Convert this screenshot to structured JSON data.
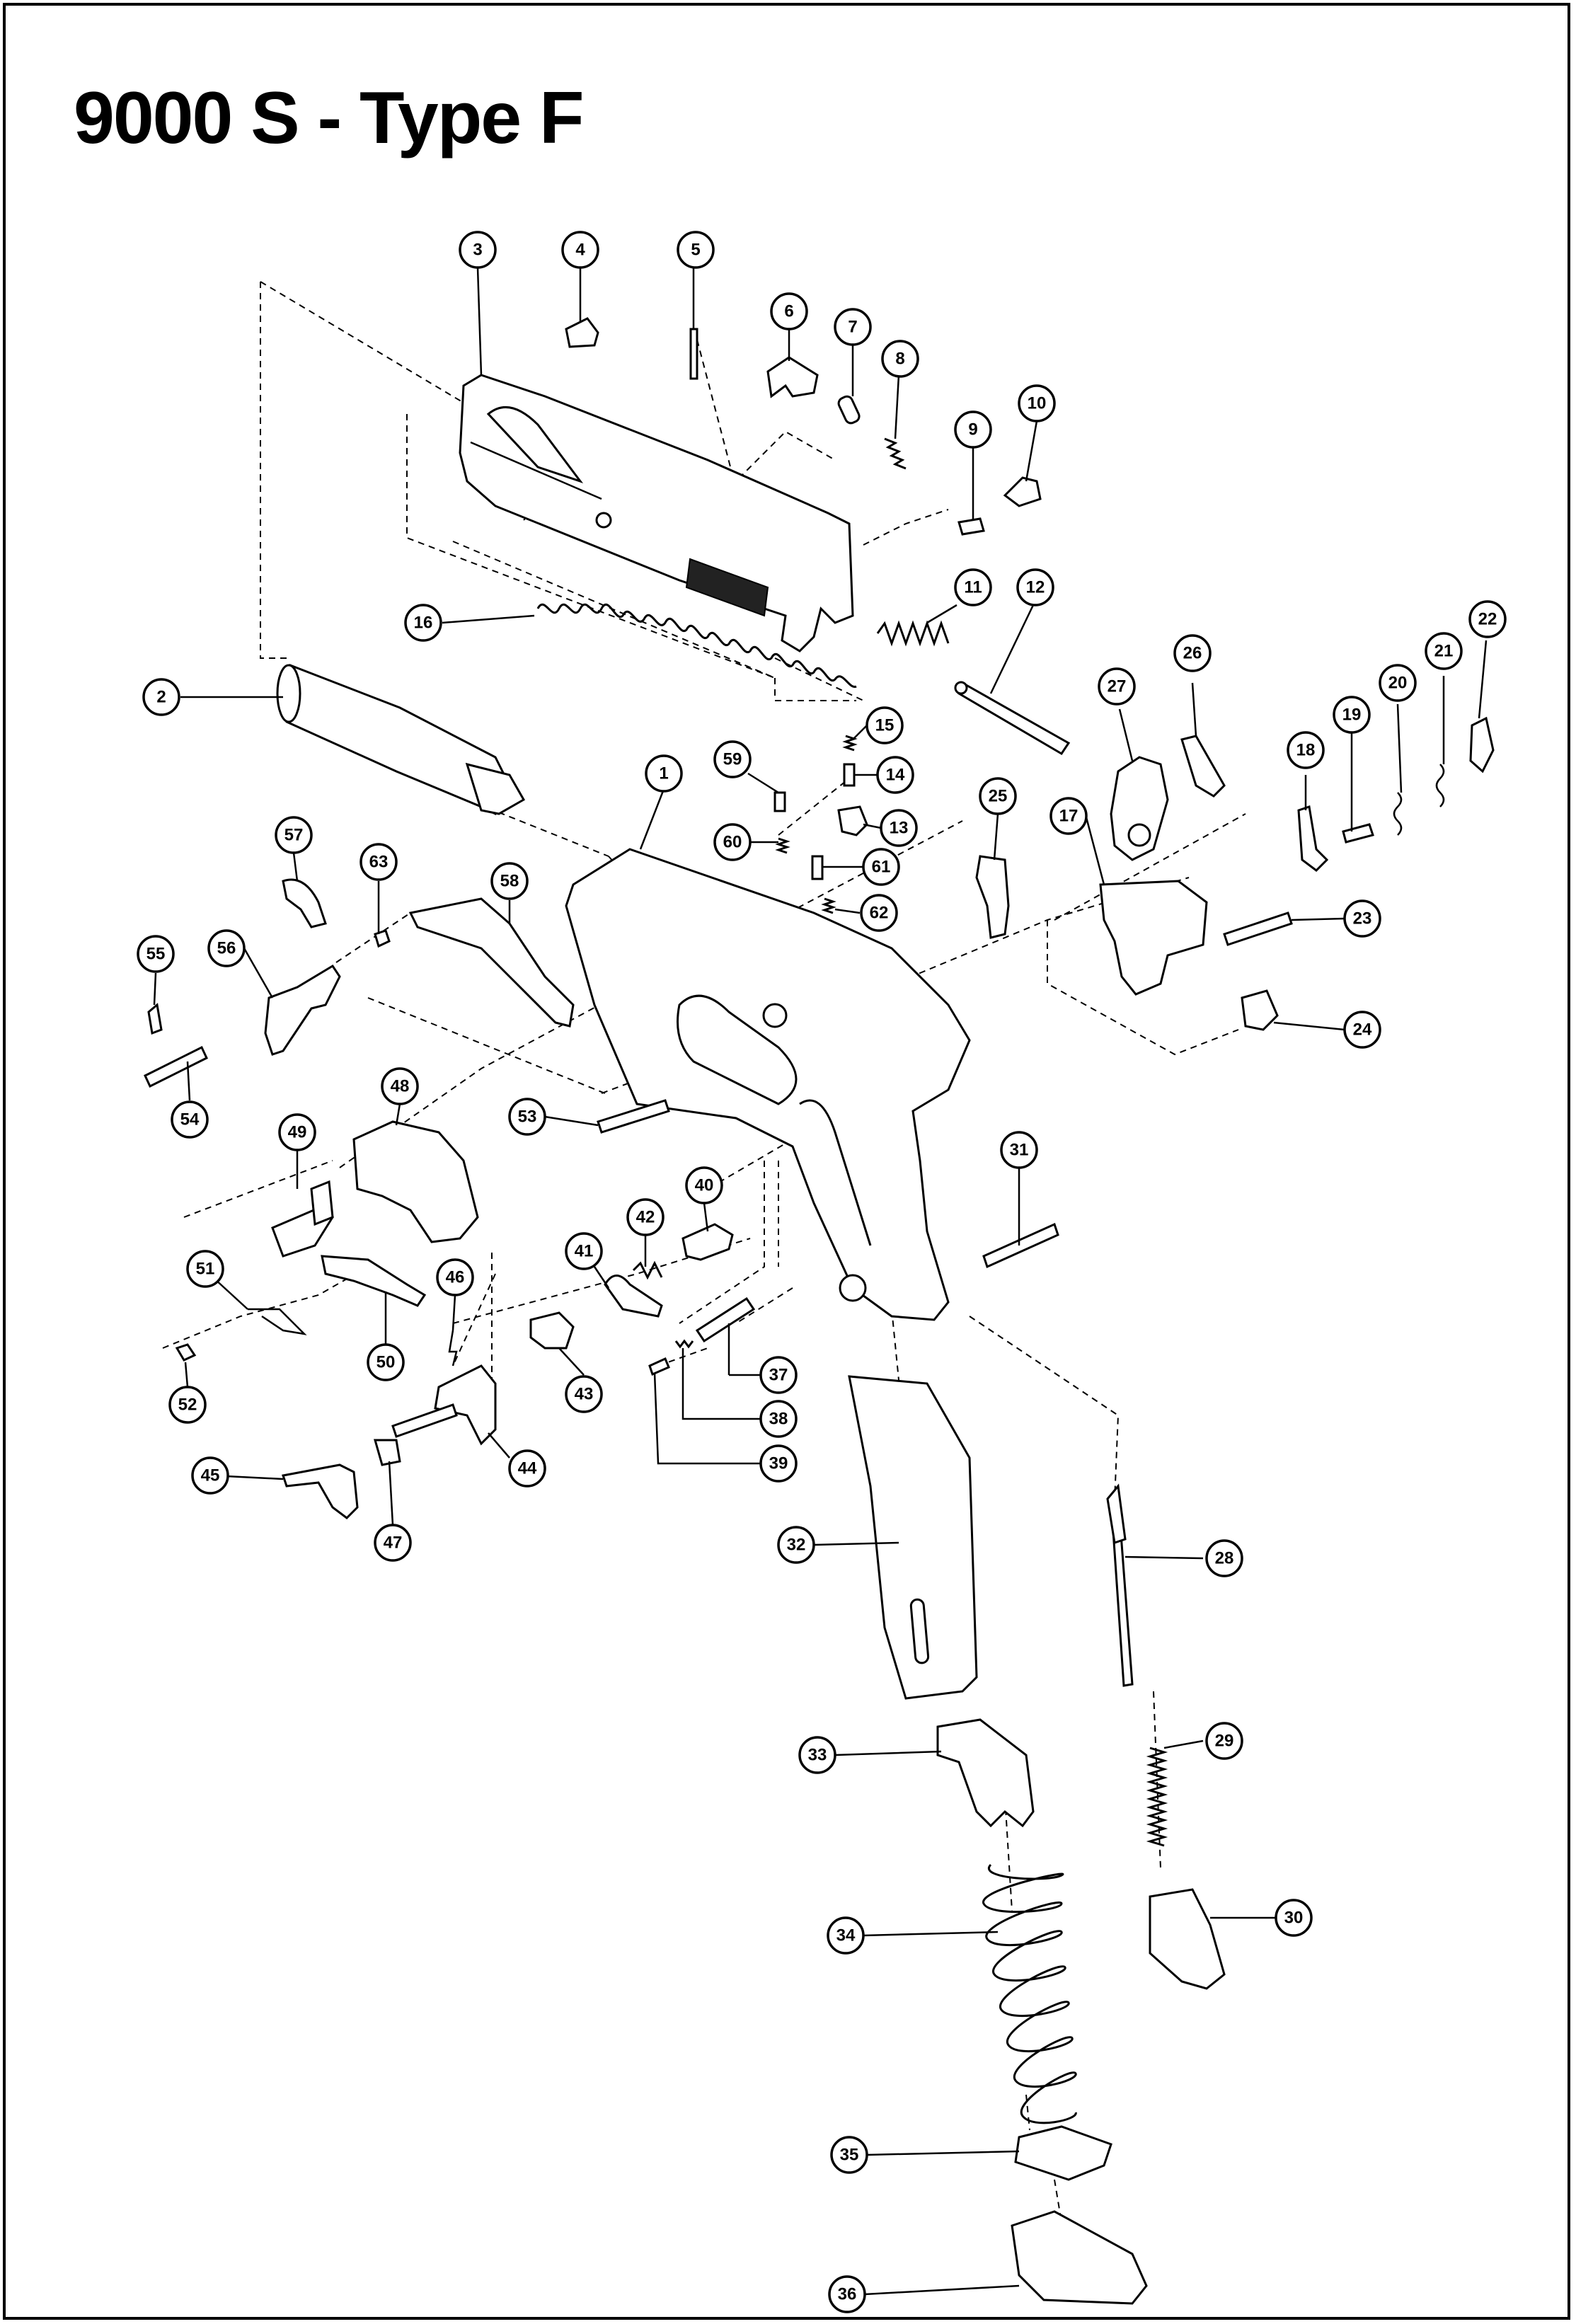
{
  "title": "9000 S - Type F",
  "callouts": [
    "1",
    "2",
    "3",
    "4",
    "5",
    "6",
    "7",
    "8",
    "9",
    "10",
    "11",
    "12",
    "13",
    "14",
    "15",
    "16",
    "17",
    "18",
    "19",
    "20",
    "21",
    "22",
    "23",
    "24",
    "25",
    "26",
    "27",
    "28",
    "29",
    "30",
    "31",
    "32",
    "33",
    "34",
    "35",
    "36",
    "37",
    "38",
    "39",
    "40",
    "41",
    "42",
    "43",
    "44",
    "45",
    "46",
    "47",
    "48",
    "49",
    "50",
    "51",
    "52",
    "53",
    "54",
    "55",
    "56",
    "57",
    "58",
    "59",
    "60",
    "61",
    "62",
    "63"
  ],
  "colors": {
    "line": "#000000",
    "background": "#ffffff"
  }
}
